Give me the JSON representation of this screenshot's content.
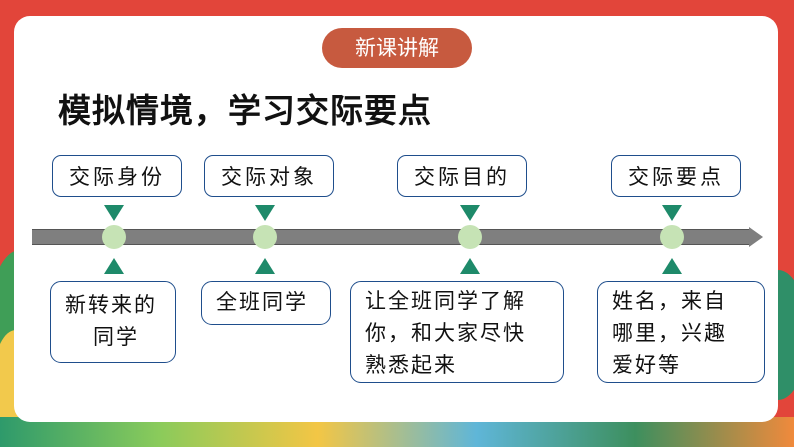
{
  "badge": "新课讲解",
  "heading": "模拟情境，学习交际要点",
  "timeline": [
    {
      "label": "交际身份",
      "detail": [
        "新转来的",
        "同学"
      ]
    },
    {
      "label": "交际对象",
      "detail": [
        "全班同学"
      ]
    },
    {
      "label": "交际目的",
      "detail": [
        "让全班同学了解",
        "你，和大家尽快",
        "熟悉起来"
      ]
    },
    {
      "label": "交际要点",
      "detail": [
        "姓名，来自",
        "哪里，兴趣",
        "爱好等"
      ]
    }
  ],
  "colors": {
    "frame": "#e2453a",
    "badge": "#c75a3f",
    "box_border": "#1f4e8c",
    "triangle": "#1e8a6a",
    "node": "#c6e3b5",
    "bar": "#7f7f7f"
  }
}
